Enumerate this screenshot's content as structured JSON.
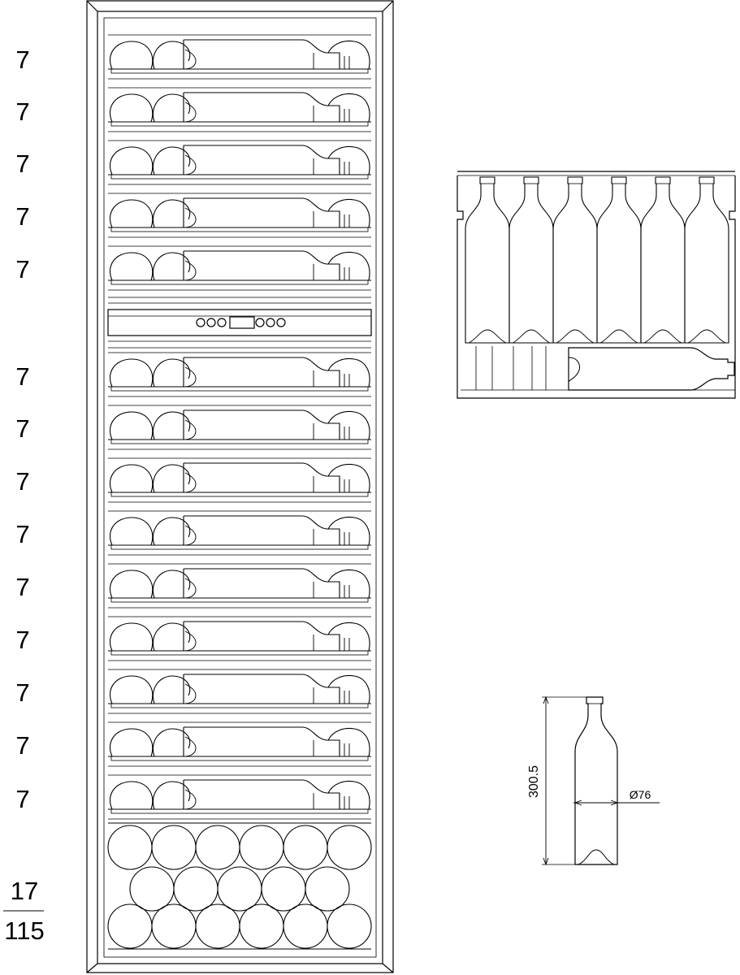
{
  "shelf_counts": [
    "7",
    "7",
    "7",
    "7",
    "7",
    "7",
    "7",
    "7",
    "7",
    "7",
    "7",
    "7",
    "7",
    "7"
  ],
  "bottom_count": "17",
  "total_count": "115",
  "bottle_dimensions": {
    "height": "300.5",
    "diameter": "Ø76"
  },
  "colors": {
    "line": "#000000",
    "background": "#ffffff"
  }
}
